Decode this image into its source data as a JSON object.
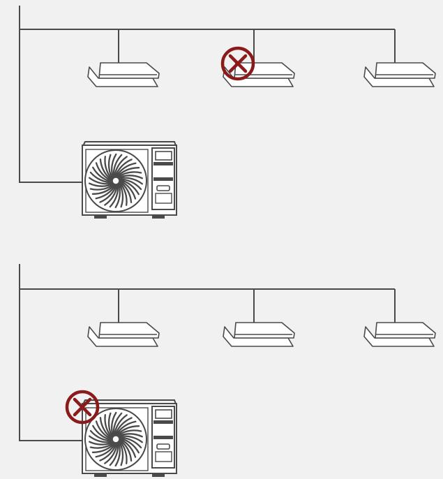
{
  "colors": {
    "background": "#f1f1f1",
    "line": "#4a4a4a",
    "unit_fill": "#ffffff",
    "fault": "#8b1a1a"
  },
  "systems": [
    {
      "id": "system-1",
      "indoor_units": [
        {
          "id": "indoor-1",
          "status": "ok"
        },
        {
          "id": "indoor-2",
          "status": "fault"
        },
        {
          "id": "indoor-3",
          "status": "ok"
        }
      ],
      "outdoor_unit": {
        "status": "ok"
      }
    },
    {
      "id": "system-2",
      "indoor_units": [
        {
          "id": "indoor-1",
          "status": "ok"
        },
        {
          "id": "indoor-2",
          "status": "ok"
        },
        {
          "id": "indoor-3",
          "status": "ok"
        }
      ],
      "outdoor_unit": {
        "status": "fault"
      }
    }
  ],
  "icons": {
    "indoor": "ceiling-cassette-icon",
    "outdoor": "outdoor-condenser-icon",
    "fault": "fault-cross-icon"
  }
}
